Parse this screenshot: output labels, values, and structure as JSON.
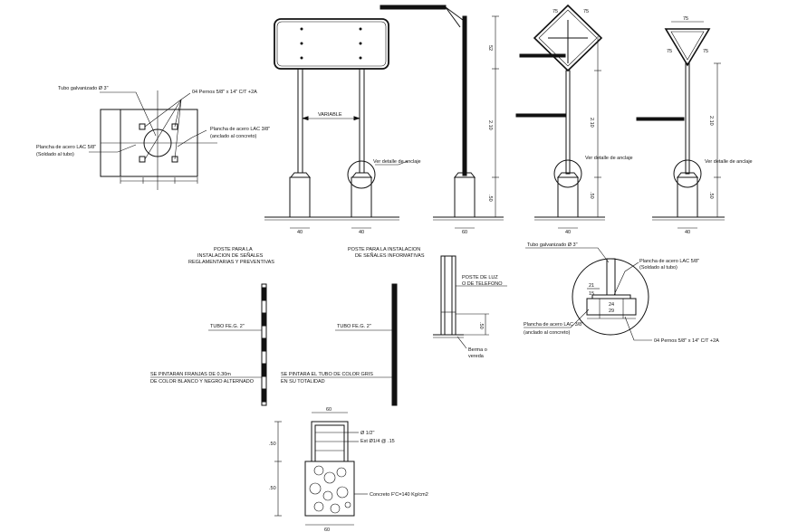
{
  "detail_base_plate": {
    "tube_label": "Tubo galvanizado Ø 3\"",
    "bolts_label": "04 Pernos 5/8\" x 14\" C/T +2A",
    "plate_label": "Plancha de acero LAC 3/8\"",
    "plate_note": "(anclado al concreto)",
    "plate_left_label": "Plancha de acero LAC 5/8\"",
    "plate_left_note": "(Soldado al tubo)"
  },
  "sign_elevations": {
    "variable_label": "VARIABLE",
    "dim_52": "52",
    "dim_210": "2.10",
    "dim_50": ".50",
    "dim_40": "40",
    "dim_60": "60",
    "dim_75": "75",
    "anchor_label": "Ver detalle de anclaje"
  },
  "post_regulatory": {
    "title_line1": "POSTE PARA LA",
    "title_line2": "INSTALACION DE SEÑALES",
    "title_line3": "REGLAMENTARIAS Y PREVENTIVAS",
    "tube_label": "TUBO FE.G. 2\"",
    "paint_line1": "SE PINTARAN FRANJAS DE 0.30m",
    "paint_line2": "DE COLOR BLANCO Y NEGRO ALTERNADO"
  },
  "post_informative": {
    "title_line1": "POSTE PARA LA INSTALACION",
    "title_line2": "DE SEÑALES INFORMATIVAS",
    "tube_label": "TUBO FE.G. 2\"",
    "paint_line1": "SE PINTARA EL TUBO DE COLOR GRIS",
    "paint_line2": "EN SU TOTALIDAD"
  },
  "post_light": {
    "label_line1": "POSTE DE LUZ",
    "label_line2": "O DE TELEFONO",
    "dim": ".50",
    "berm_line1": "Berma o",
    "berm_line2": "vereda"
  },
  "detail_anchor": {
    "tube_label": "Tubo galvanizado Ø 3\"",
    "plate_top_label": "Plancha de acero LAC 5/8\"",
    "plate_top_note": "(Soldado al tubo)",
    "plate_bottom_label": "Plancha de acero LAC 3/8\"",
    "plate_bottom_note": "(anclado al concreto)",
    "bolts_label": "04 Pernos 5/8\" x 14\" C/T +2A",
    "dim_a": "21",
    "dim_b": "15",
    "dim_c": "24",
    "dim_d": "29"
  },
  "footing_detail": {
    "dim_top": "60",
    "dim_bottom": "60",
    "dim_upper": ".50",
    "dim_lower": ".50",
    "rebar_label": "Ø 1/2\"",
    "stirrup_label": "Est Ø1/4 @ .15",
    "concrete_label": "Concreto F'C=140 Kg/cm2"
  }
}
